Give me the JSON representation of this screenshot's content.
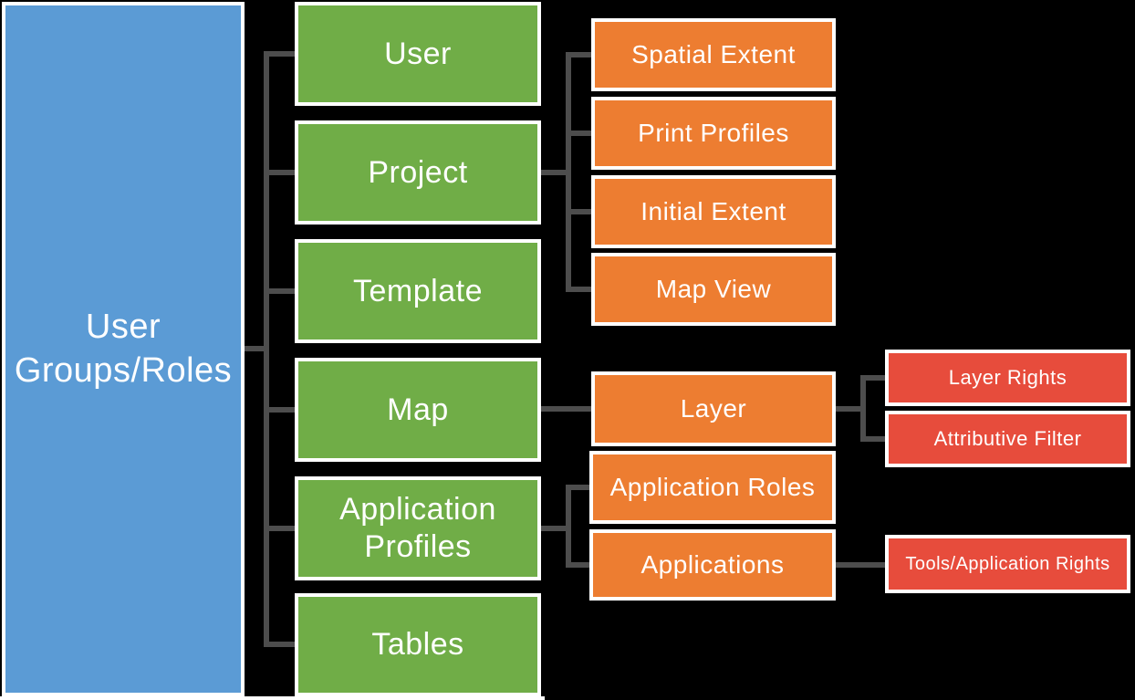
{
  "diagram_title": "User Groups/Roles hierarchy diagram",
  "nodes": {
    "root": {
      "label": "User Groups/Roles",
      "color": "#5B9BD5"
    },
    "user": {
      "label": "User",
      "color": "#70AD47"
    },
    "project": {
      "label": "Project",
      "color": "#70AD47"
    },
    "template": {
      "label": "Template",
      "color": "#70AD47"
    },
    "map": {
      "label": "Map",
      "color": "#70AD47"
    },
    "application_profiles": {
      "label": "Application Profiles",
      "color": "#70AD47"
    },
    "tables": {
      "label": "Tables",
      "color": "#70AD47"
    },
    "spatial_extent": {
      "label": "Spatial Extent",
      "color": "#ED7D31"
    },
    "print_profiles": {
      "label": "Print Profiles",
      "color": "#ED7D31"
    },
    "initial_extent": {
      "label": "Initial Extent",
      "color": "#ED7D31"
    },
    "map_view": {
      "label": "Map View",
      "color": "#ED7D31"
    },
    "layer": {
      "label": "Layer",
      "color": "#ED7D31"
    },
    "application_roles": {
      "label": "Application Roles",
      "color": "#ED7D31"
    },
    "applications": {
      "label": "Applications",
      "color": "#ED7D31"
    },
    "layer_rights": {
      "label": "Layer Rights",
      "color": "#E74C3C"
    },
    "attributive_filter": {
      "label": "Attributive Filter",
      "color": "#E74C3C"
    },
    "tools_application_rights": {
      "label": "Tools/Application Rights",
      "color": "#E74C3C"
    }
  },
  "hierarchy": {
    "User Groups/Roles": [
      "User",
      "Project",
      "Template",
      "Map",
      "Application Profiles",
      "Tables"
    ],
    "Project": [
      "Spatial Extent",
      "Print Profiles",
      "Initial Extent",
      "Map View"
    ],
    "Map": [
      "Layer"
    ],
    "Layer": [
      "Layer Rights",
      "Attributive Filter"
    ],
    "Application Profiles": [
      "Application Roles",
      "Applications"
    ],
    "Applications": [
      "Tools/Application Rights"
    ]
  },
  "colors": {
    "background": "#000000",
    "box_border": "#FFFFFF",
    "connector": "#4D4D4D",
    "text": "#FFFFFF",
    "level_root": "#5B9BD5",
    "level_1": "#70AD47",
    "level_2": "#ED7D31",
    "level_3": "#E74C3C"
  }
}
